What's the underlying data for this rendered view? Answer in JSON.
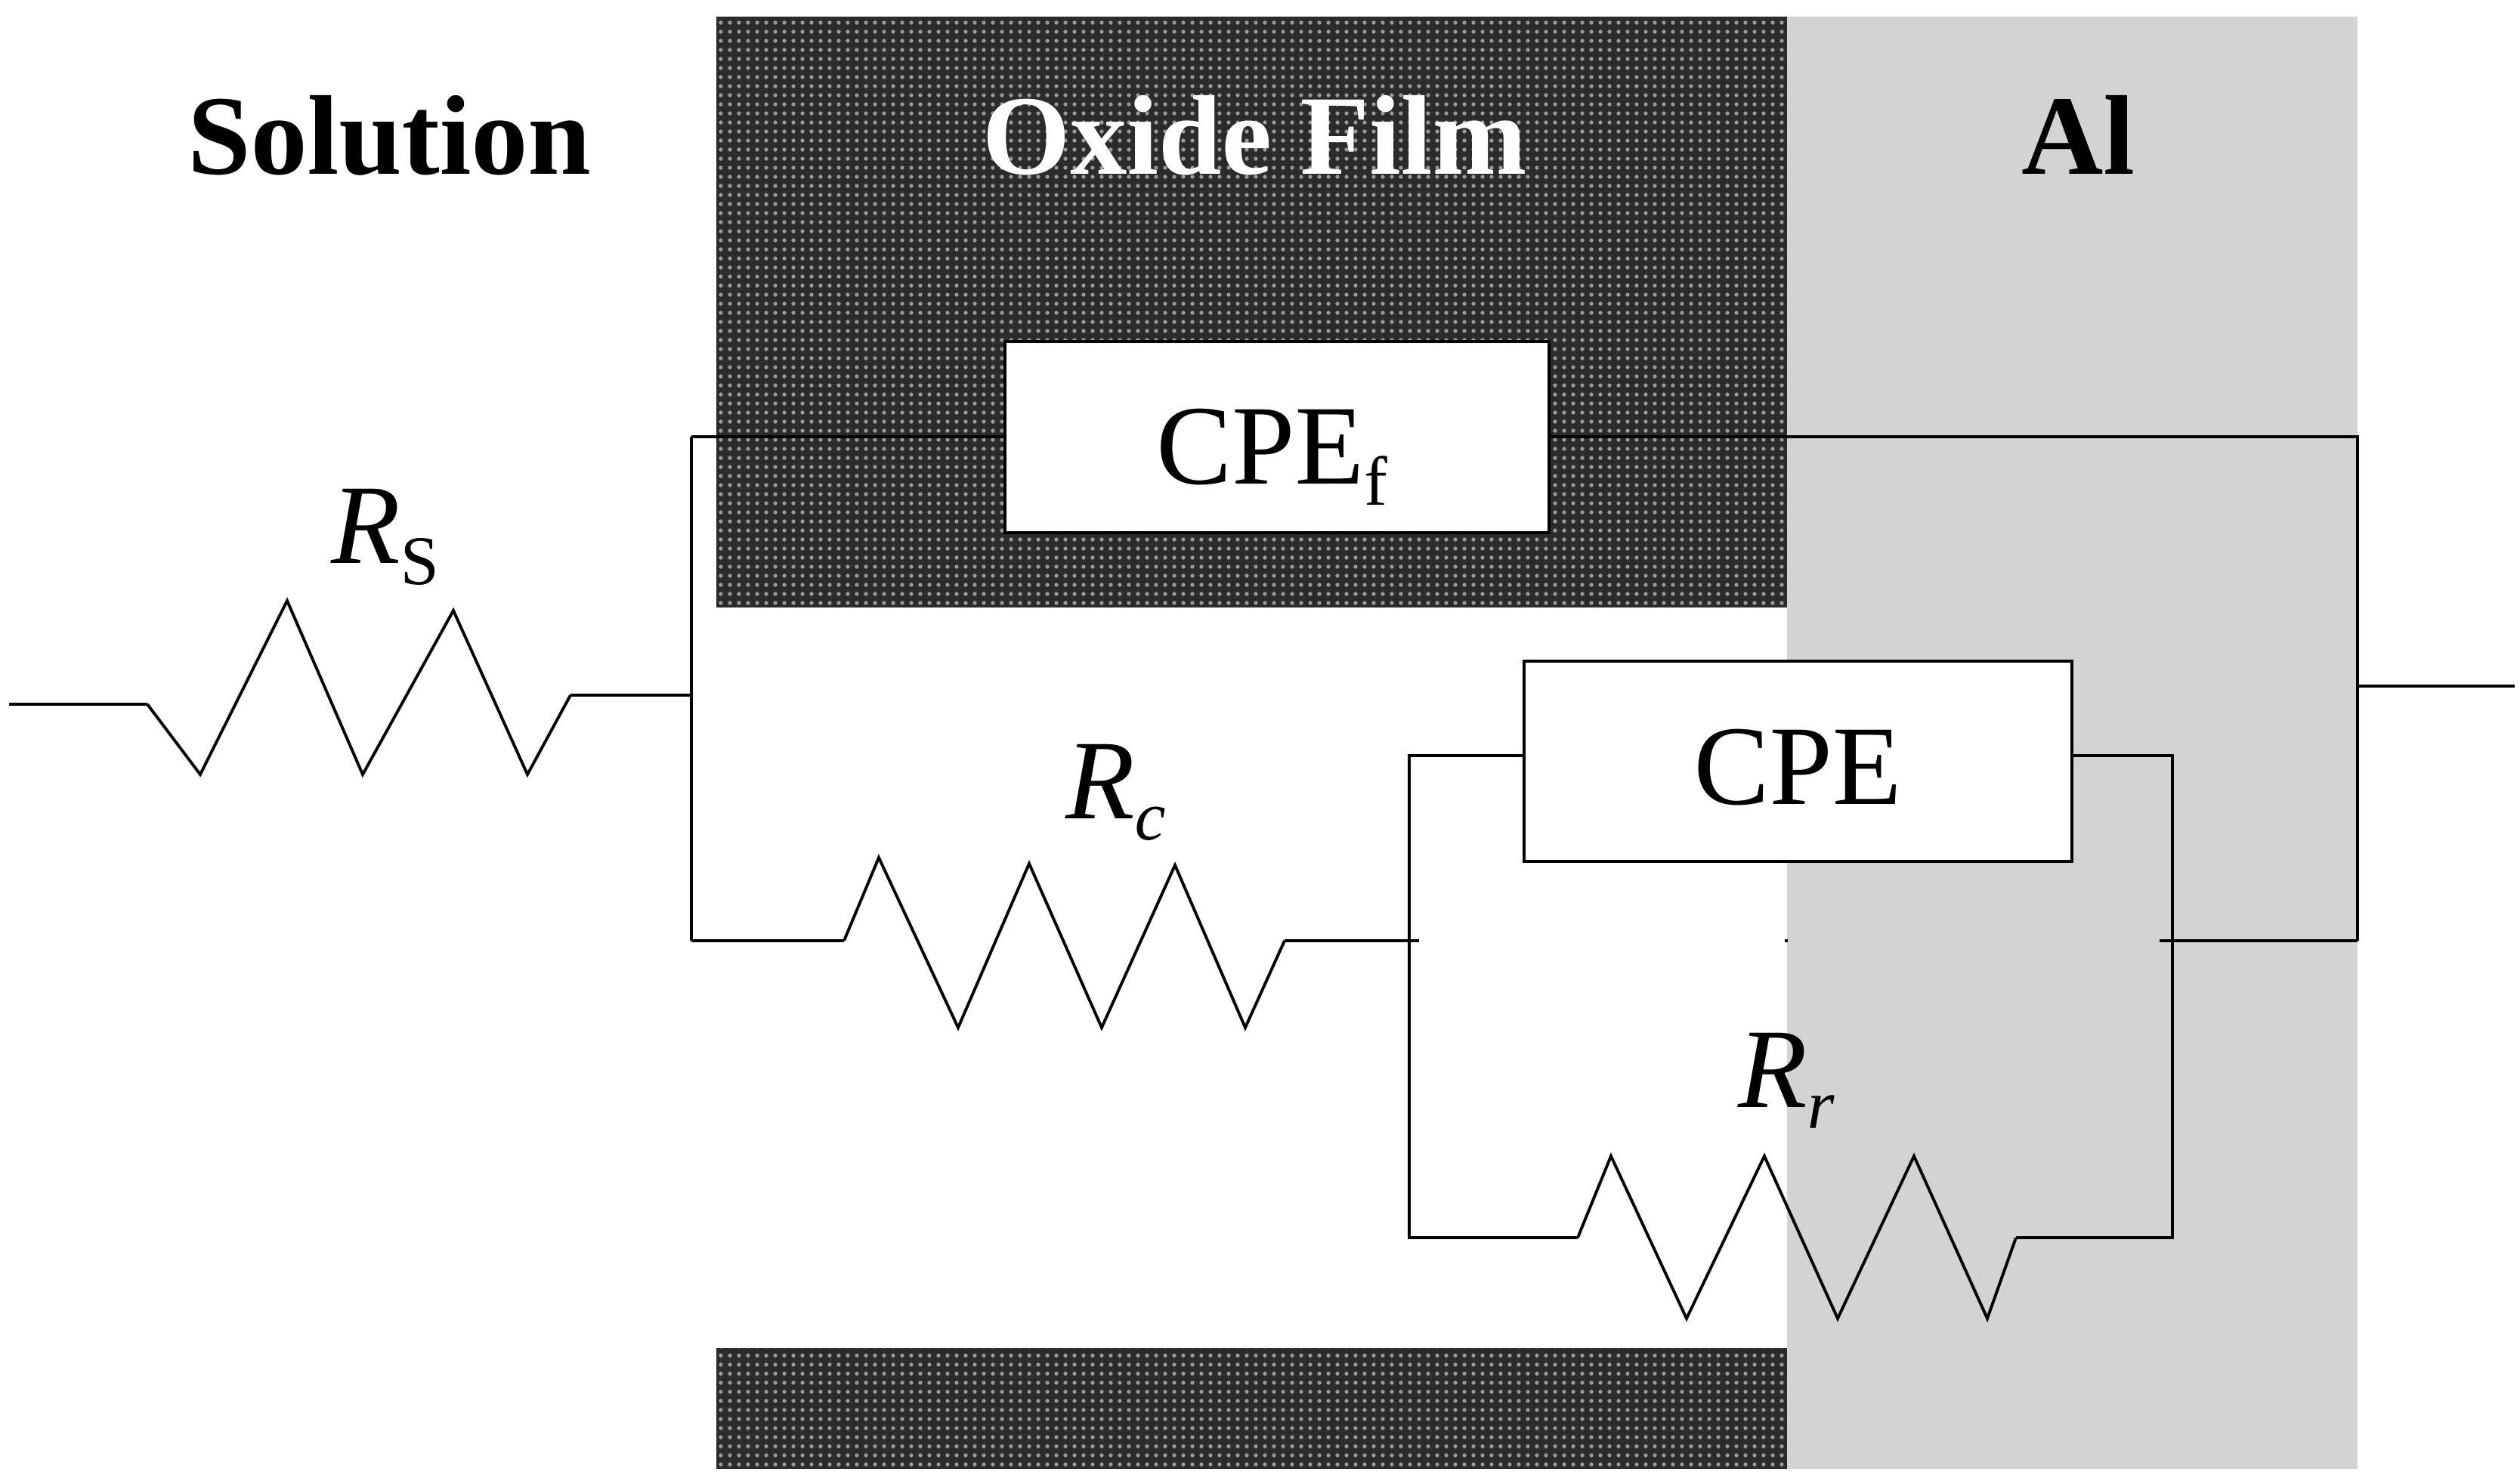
{
  "regions": {
    "solution": {
      "label": "Solution"
    },
    "oxide_film": {
      "label": "Oxide Film",
      "color": "#2b2b2b"
    },
    "al": {
      "label": "Al",
      "color": "#d3d3d3"
    }
  },
  "elements": {
    "rs": {
      "main": "R",
      "sub": "S"
    },
    "cpe_f": {
      "main": "CPE",
      "sub": "f"
    },
    "rc": {
      "main": "R",
      "sub": "c"
    },
    "cpe": {
      "main": "CPE"
    },
    "rr": {
      "main": "R",
      "sub": "r"
    }
  }
}
